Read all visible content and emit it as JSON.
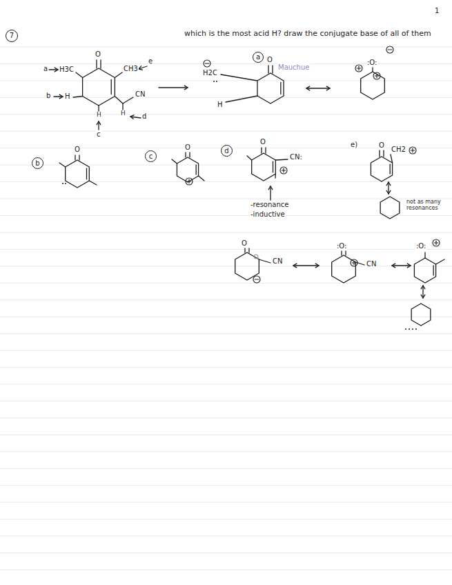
{
  "diagram": {
    "title": "which is the most acid H? draw the conjugate base of all of them",
    "nodes": [
      {
        "text": [
          "7"
        ]
      },
      {
        "text": [
          "a"
        ]
      },
      {
        "text": [
          "b"
        ]
      },
      {
        "text": [
          "c"
        ]
      },
      {
        "text": [
          "d"
        ]
      }
    ],
    "edges": [],
    "labels": [
      "1",
      "a",
      "H3C",
      "O",
      "CH3",
      "e",
      "b",
      "H",
      "CN",
      "H",
      "H",
      "d",
      "c",
      "H2C",
      "O",
      "Mauchue",
      "H",
      ":O:",
      "O",
      "O",
      "O",
      "CN:",
      "-resonance",
      "-inductive",
      "e)",
      "O",
      "CH2",
      "not as many resonances",
      "O",
      "CN",
      ":O:",
      "CN",
      ":O:"
    ]
  }
}
